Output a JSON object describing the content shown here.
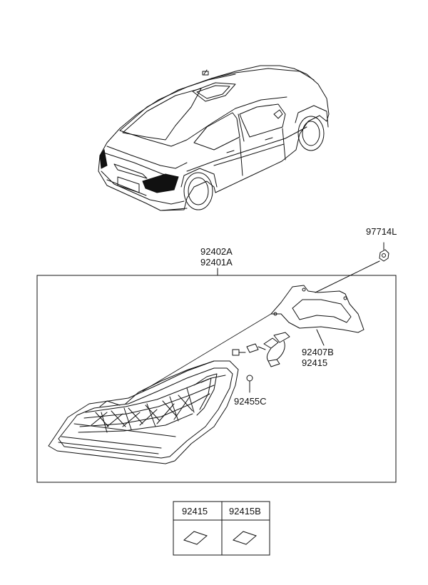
{
  "callouts": {
    "assembly_primary": "92402A",
    "assembly_secondary": "92401A",
    "nut": "97714L",
    "holder_primary": "92407B",
    "holder_secondary": "92415",
    "screw": "92455C"
  },
  "parts_table": {
    "columns": [
      "92415",
      "92415B"
    ]
  },
  "colors": {
    "line": "#111111",
    "background": "#ffffff"
  }
}
